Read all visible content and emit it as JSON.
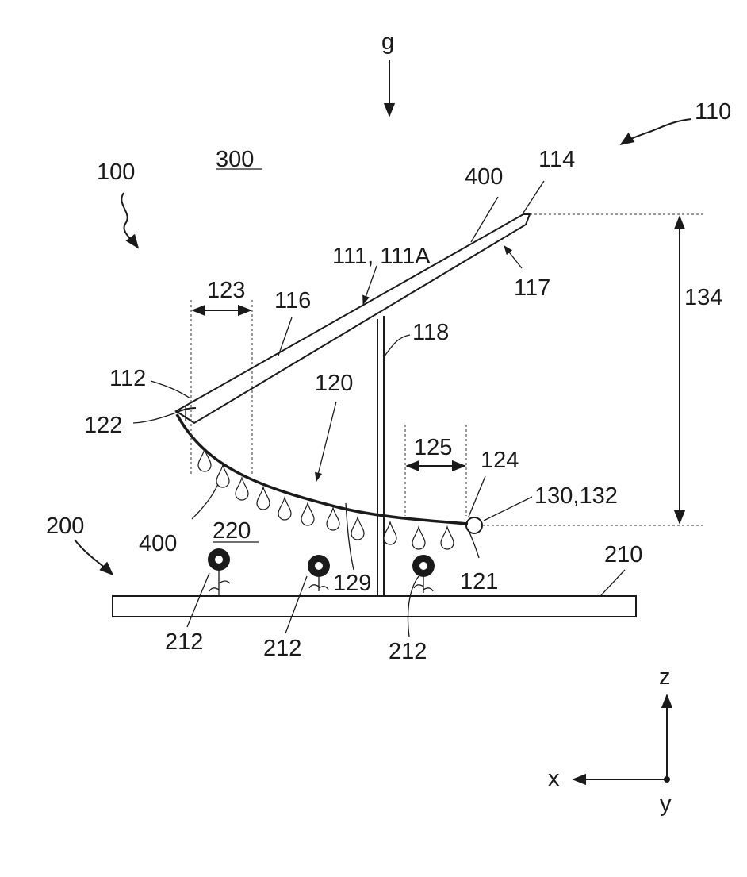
{
  "labels": {
    "gravity": "g",
    "system_110": "110",
    "system_100": "100",
    "space_300": "300",
    "label_400_top": "400",
    "label_114": "114",
    "label_111": "111, 111A",
    "label_117": "117",
    "label_134": "134",
    "label_123": "123",
    "label_116": "116",
    "label_118": "118",
    "label_112": "112",
    "label_120": "120",
    "label_122": "122",
    "label_125": "125",
    "label_124": "124",
    "label_130": "130,132",
    "label_200": "200",
    "label_220": "220",
    "label_400_bottom": "400",
    "label_129": "129",
    "label_121": "121",
    "label_210": "210",
    "label_212_a": "212",
    "label_212_b": "212",
    "label_212_c": "212",
    "axis_z": "z",
    "axis_x": "x",
    "axis_y": "y"
  }
}
